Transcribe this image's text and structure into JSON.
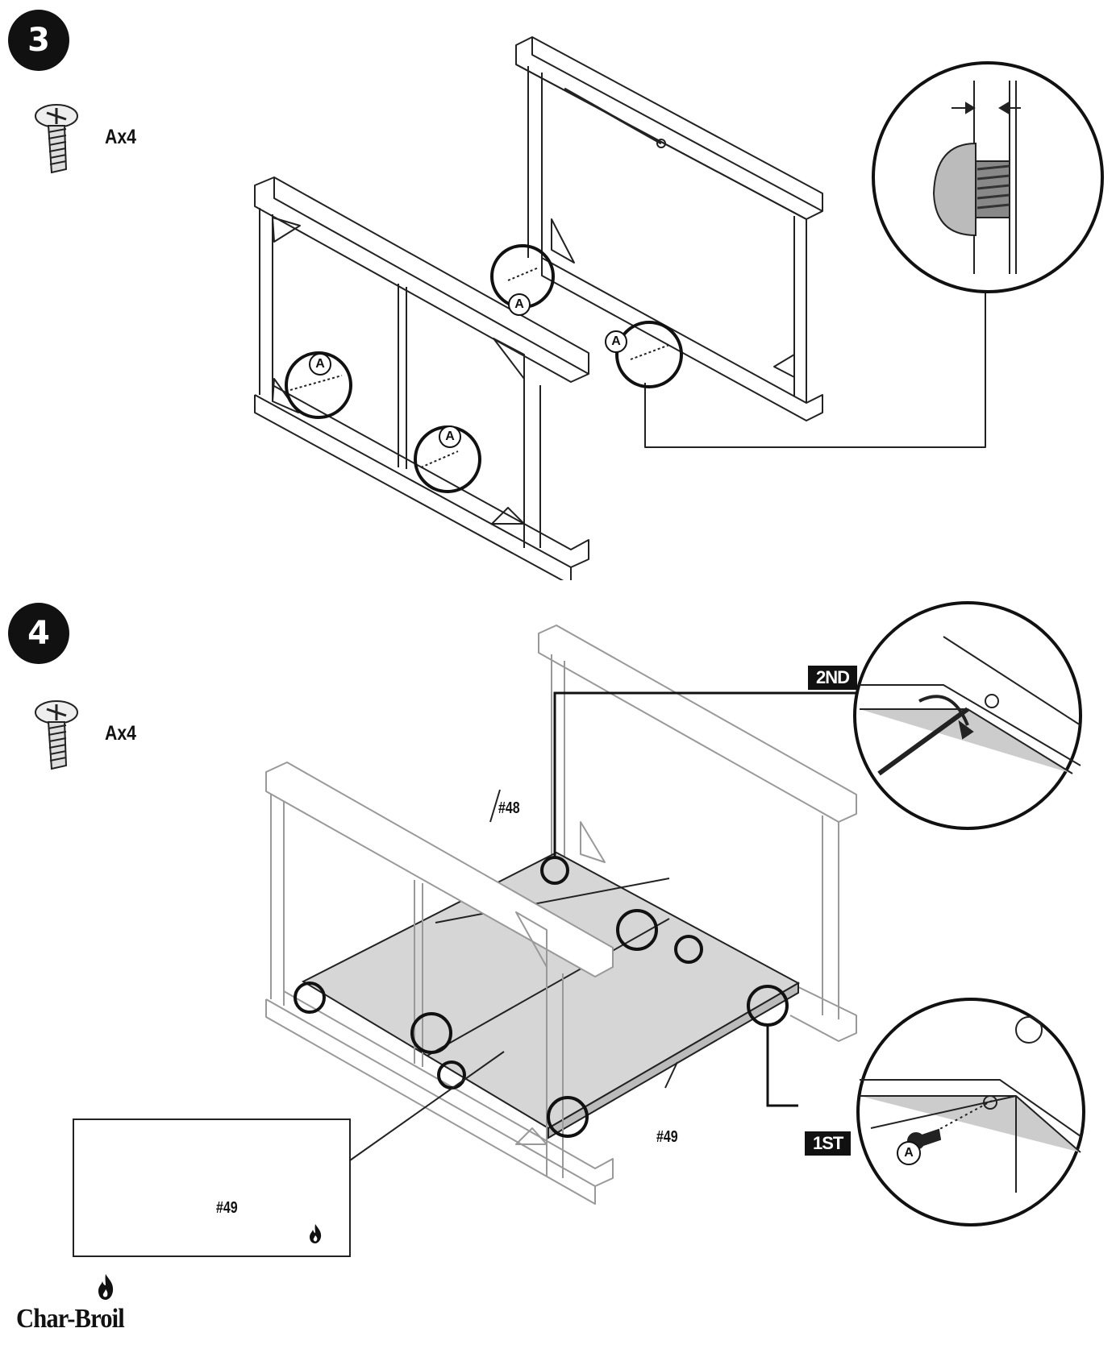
{
  "steps": [
    {
      "number": "3",
      "hardware": {
        "icon": "screw-icon",
        "quantity": "Ax4"
      }
    },
    {
      "number": "4",
      "hardware": {
        "icon": "screw-icon",
        "quantity": "Ax4"
      }
    }
  ],
  "step3": {
    "callout_letter": "A"
  },
  "step4": {
    "part_labels": {
      "top_panel": "#48",
      "bottom_panel": "#49"
    },
    "order_tags": {
      "first": "1ST",
      "second": "2ND"
    },
    "detail_callout_letter": "A",
    "note_box": {
      "text": "#49",
      "icon": "flame-icon"
    }
  },
  "brand": {
    "name": "Char-Broil",
    "icon": "flame-icon"
  },
  "colors": {
    "line": "#222222",
    "panel_fill": "#d6d6d6",
    "badge": "#111111"
  }
}
